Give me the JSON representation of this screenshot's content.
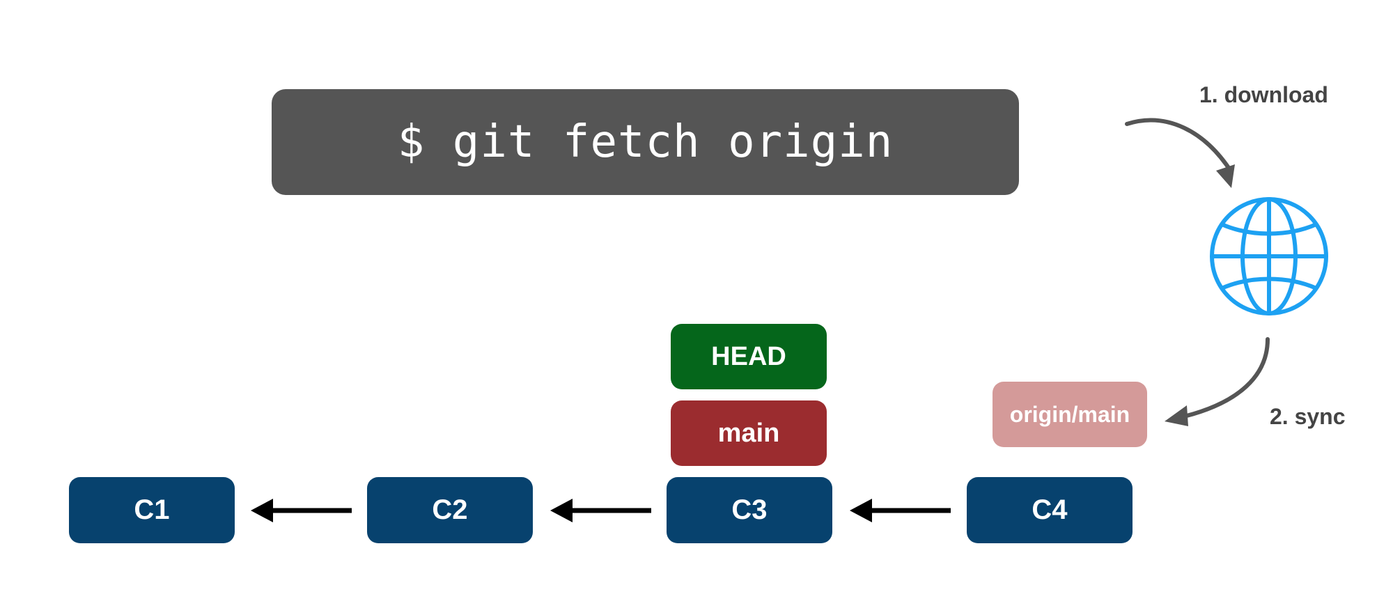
{
  "command": {
    "text": "$ git fetch origin"
  },
  "steps": {
    "download_label": "1. download",
    "sync_label": "2. sync"
  },
  "refs": {
    "head": "HEAD",
    "main": "main",
    "origin_main": "origin/main"
  },
  "commits": [
    "C1",
    "C2",
    "C3",
    "C4"
  ],
  "icons": {
    "remote": "globe-icon"
  },
  "colors": {
    "command_bg": "#555555",
    "commit": "#07426e",
    "head": "#05661b",
    "main": "#9b2c2f",
    "origin_main": "#d49a99",
    "globe": "#1da1f2",
    "label": "#444444"
  }
}
